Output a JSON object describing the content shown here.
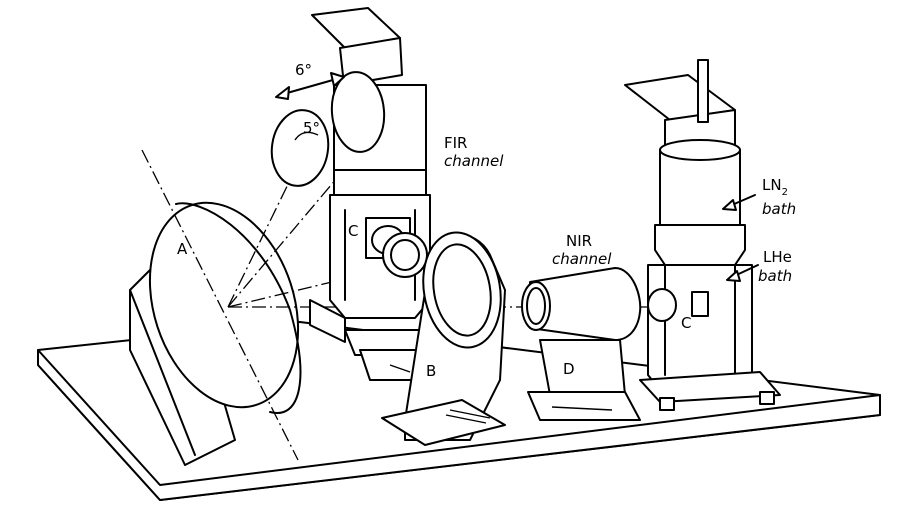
{
  "labels": {
    "mirror": "A",
    "mount": "B",
    "cryostat_fir": "C",
    "cryostat_nir": "C",
    "stand": "D",
    "angle_large": "6°",
    "angle_small": "5°",
    "fir_line1": "FIR",
    "fir_line2": "channel",
    "nir_line1": "NIR",
    "nir_line2": "channel",
    "ln2_main": "LN",
    "ln2_sub": "2",
    "ln2_line2": "bath",
    "lhe_line1": "LHe",
    "lhe_line2": "bath"
  }
}
